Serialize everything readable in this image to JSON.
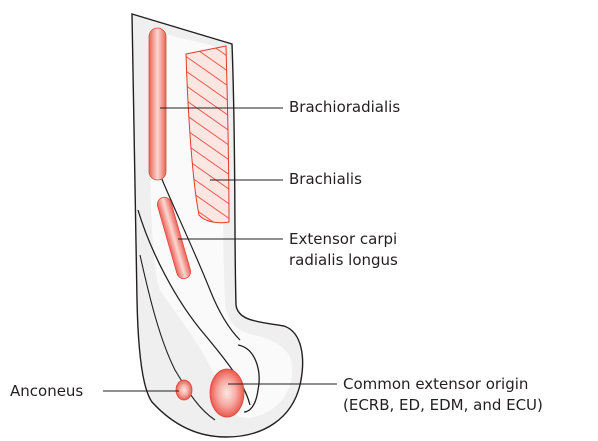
{
  "colors": {
    "bone_fill": "#efefef",
    "bone_inner_fill": "#fafafa",
    "bone_outline": "#231f20",
    "muscle_fill": "#f29089",
    "muscle_edge": "#e0473c",
    "muscle_center": "#fbe0da",
    "hatch_stroke": "#e5392c",
    "leader_line": "#231f20"
  },
  "labels": {
    "brachioradialis": "Brachioradialis",
    "brachialis": "Brachialis",
    "ecrl_line1": "Extensor carpi",
    "ecrl_line2": "radialis longus",
    "anconeus": "Anconeus",
    "common_line1": "Common extensor origin",
    "common_line2": "(ECRB, ED, EDM, and ECU)"
  }
}
